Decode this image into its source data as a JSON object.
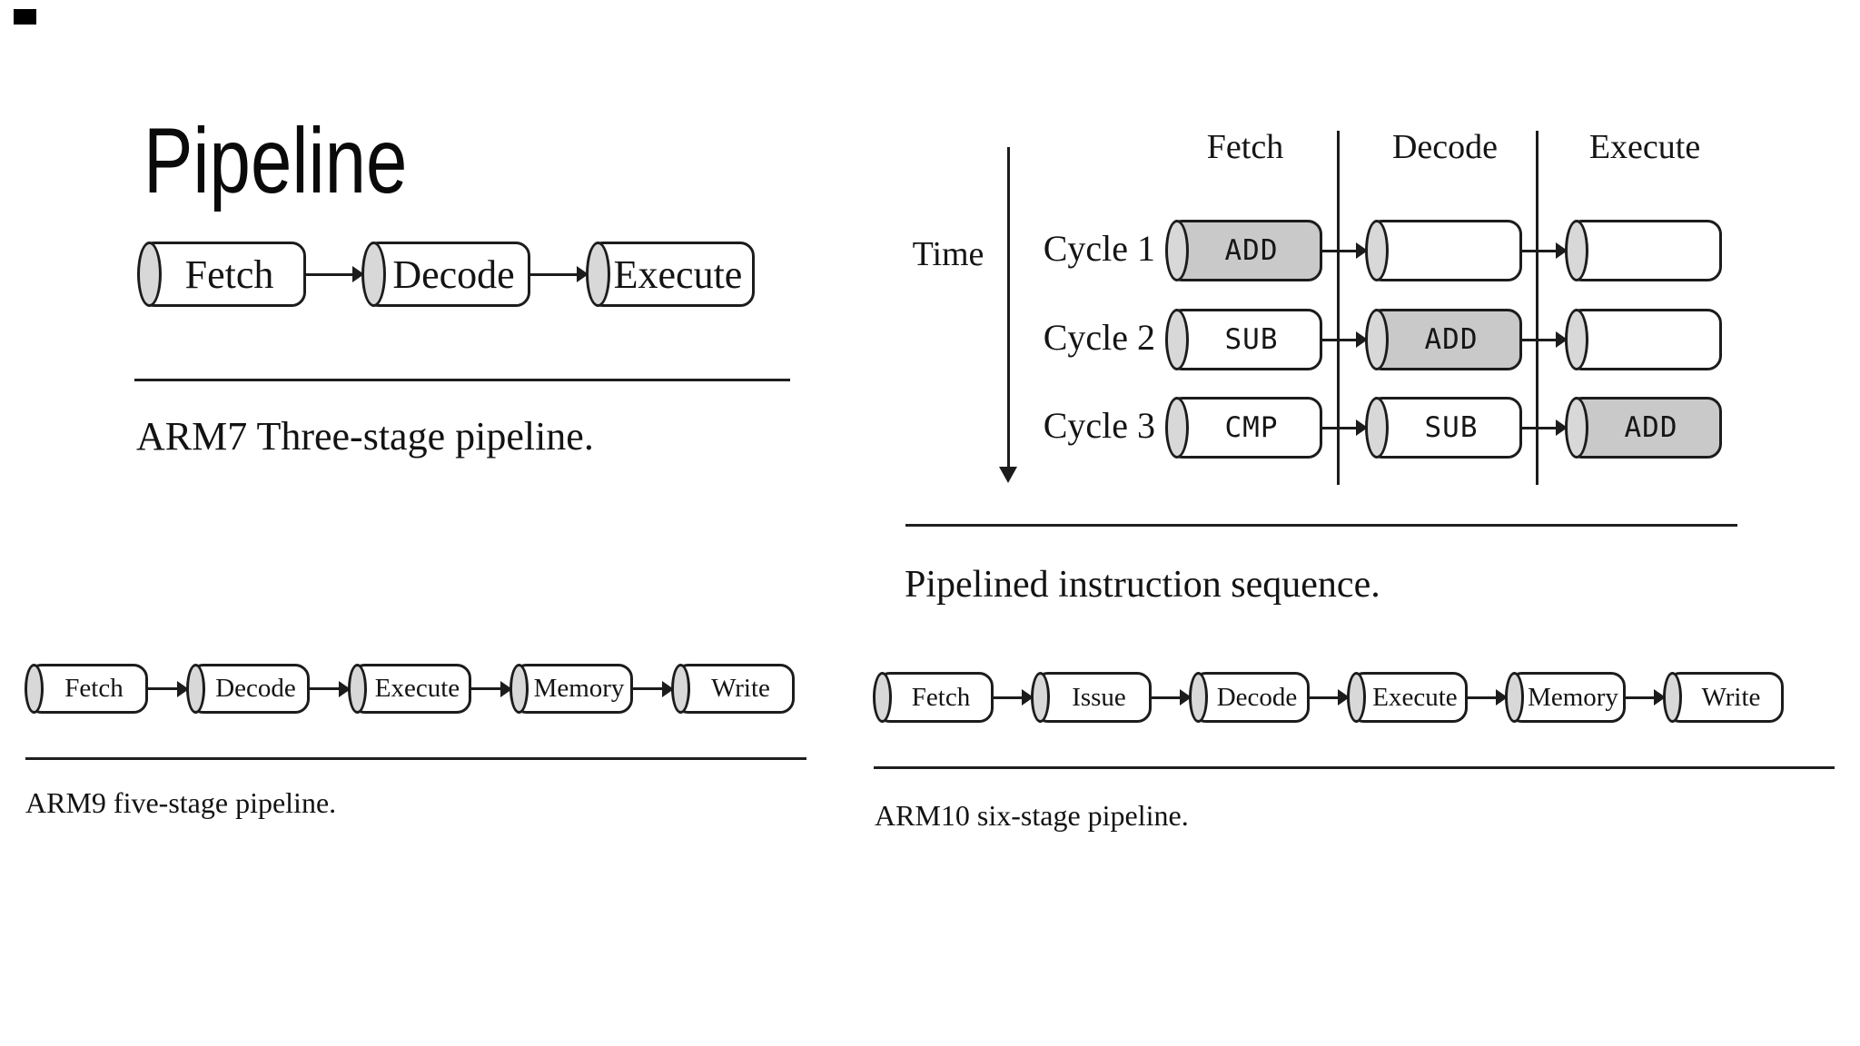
{
  "title": "Pipeline",
  "colors": {
    "background": "#ffffff",
    "stroke": "#1c1c1c",
    "fill_active": "#c9c9c9",
    "fill_idle": "#ffffff",
    "cap_fill": "#d8d8d8"
  },
  "arm7": {
    "stages": [
      "Fetch",
      "Decode",
      "Execute"
    ],
    "caption": "ARM7 Three-stage pipeline."
  },
  "sequence": {
    "time_label": "Time",
    "column_headers": [
      "Fetch",
      "Decode",
      "Execute"
    ],
    "rows": [
      {
        "label": "Cycle 1",
        "cells": [
          {
            "instruction": "ADD",
            "active": true
          },
          {
            "instruction": "",
            "active": false
          },
          {
            "instruction": "",
            "active": false
          }
        ]
      },
      {
        "label": "Cycle 2",
        "cells": [
          {
            "instruction": "SUB",
            "active": false
          },
          {
            "instruction": "ADD",
            "active": true
          },
          {
            "instruction": "",
            "active": false
          }
        ]
      },
      {
        "label": "Cycle 3",
        "cells": [
          {
            "instruction": "CMP",
            "active": false
          },
          {
            "instruction": "SUB",
            "active": false
          },
          {
            "instruction": "ADD",
            "active": true
          }
        ]
      }
    ],
    "caption": "Pipelined instruction sequence."
  },
  "arm9": {
    "stages": [
      "Fetch",
      "Decode",
      "Execute",
      "Memory",
      "Write"
    ],
    "caption": "ARM9 five-stage pipeline."
  },
  "arm10": {
    "stages": [
      "Fetch",
      "Issue",
      "Decode",
      "Execute",
      "Memory",
      "Write"
    ],
    "caption": "ARM10 six-stage pipeline."
  }
}
